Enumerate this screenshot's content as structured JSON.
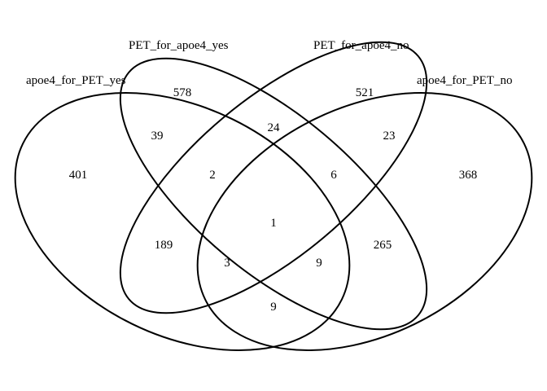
{
  "sets": [
    {
      "key": "A",
      "label": "apoe4_for_PET_yes"
    },
    {
      "key": "B",
      "label": "PET_for_apoe4_yes"
    },
    {
      "key": "C",
      "label": "PET_for_apoe4_no"
    },
    {
      "key": "D",
      "label": "apoe4_for_PET_no"
    }
  ],
  "regions": {
    "A": "401",
    "B": "578",
    "C": "521",
    "D": "368",
    "AB": "39",
    "BC": "24",
    "CD": "23",
    "AD": "9",
    "AC": "189",
    "BD": "265",
    "ABC": "2",
    "BCD": "6",
    "ACD": "3",
    "ABD": "9",
    "ABCD": "1"
  }
}
